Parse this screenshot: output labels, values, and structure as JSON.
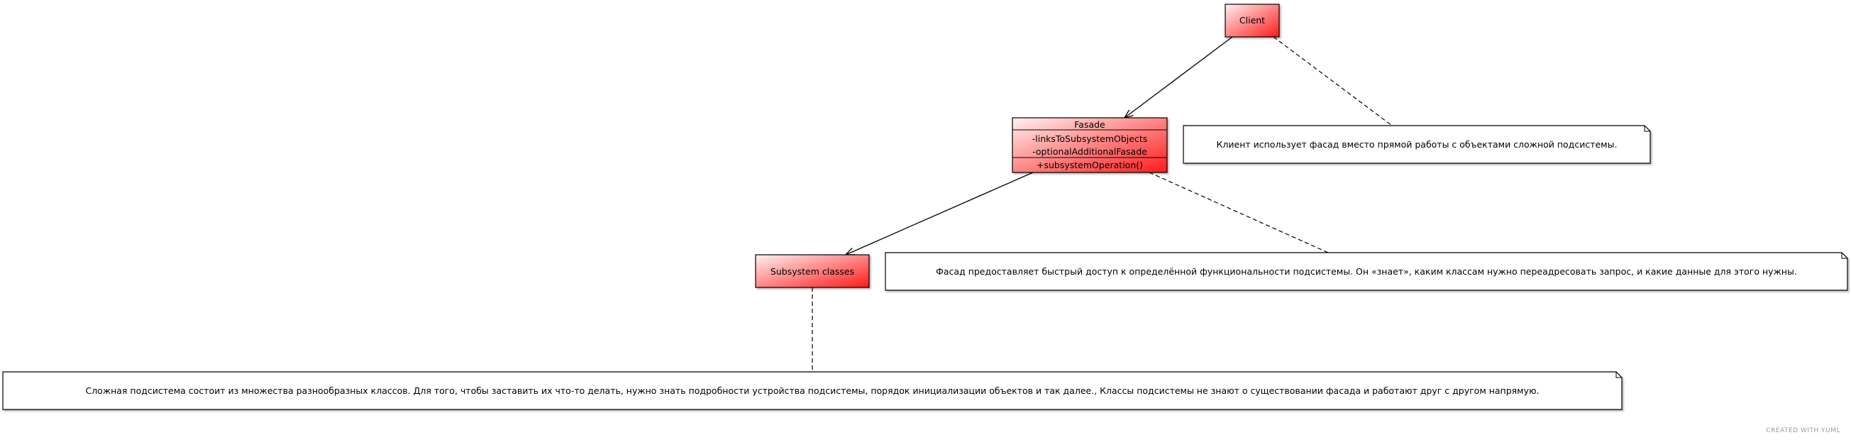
{
  "diagram": {
    "client": {
      "name": "Client"
    },
    "facade": {
      "name": "Fasade",
      "attributes": [
        "-linksToSubsystemObjects",
        "-optionalAdditionalFasade"
      ],
      "operations": [
        "+subsystemOperation()"
      ]
    },
    "subsystem": {
      "name": "Subsystem classes"
    },
    "notes": {
      "client": "Клиент использует фасад вместо прямой работы с объектами сложной подсистемы.",
      "facade": "Фасад предоставляет быстрый доступ к определённой функциональности подсистемы. Он «знает», каким классам нужно переадресовать запрос, и какие данные для этого нужны.",
      "subsystem": "Сложная подсистема состоит из множества разнообразных классов. Для того, чтобы заставить их что-то делать, нужно знать подробности устройства подсистемы, порядок инициализации объектов и так далее., Классы подсистемы не знают о существовании фасада и работают друг с другом напрямую."
    },
    "watermark": "CREATED WITH YUML"
  },
  "colors": {
    "class_fill_light": "#fde6e6",
    "class_fill_dark": "#ff1a1a",
    "stroke": "#000000",
    "note_fill": "#ffffff"
  }
}
